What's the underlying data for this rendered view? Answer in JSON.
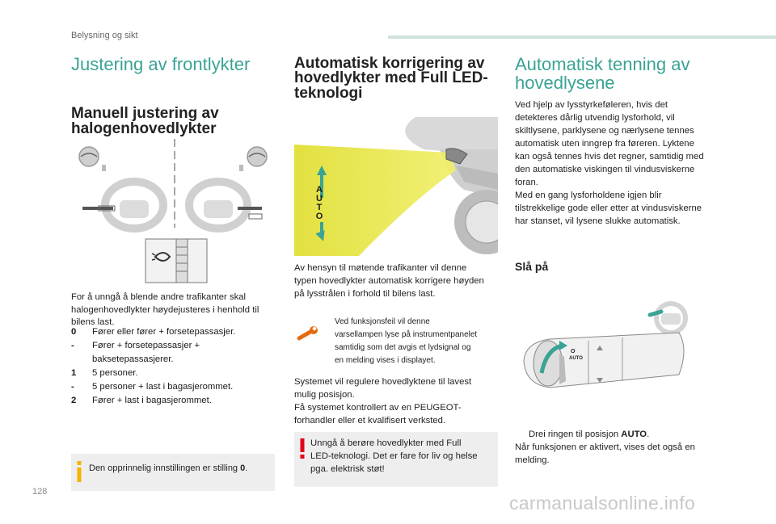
{
  "header": {
    "section": "Belysning og sikt"
  },
  "col1": {
    "title": "Justering av frontlykter",
    "subtitle_l1": "Manuell justering av",
    "subtitle_l2": "halogenhovedlykter",
    "intro_l1": "For å unngå å blende andre trafikanter skal",
    "intro_l2": "halogenhovedlykter høydejusteres i henhold til",
    "intro_l3": "bilens last.",
    "items": [
      {
        "key": "0",
        "text": "Fører eller fører + forsetepassasjer."
      },
      {
        "key": "-",
        "text": "Fører + forsetepassasjer +",
        "text2": "baksetepassasjerer."
      },
      {
        "key": "1",
        "text": "5 personer."
      },
      {
        "key": "-",
        "text": "5 personer + last i bagasjerommet."
      },
      {
        "key": "2",
        "text": "Fører + last i bagasjerommet."
      }
    ],
    "note_prefix": "Den opprinnelig innstillingen er stilling ",
    "note_value": "0",
    "note_suffix": "."
  },
  "col2": {
    "title_l1": "Automatisk korrigering av",
    "title_l2": "hovedlykter med Full LED-",
    "title_l3": "teknologi",
    "auto_letters": [
      "A",
      "U",
      "T",
      "O"
    ],
    "para1_l1": "Av hensyn til møtende trafikanter vil denne",
    "para1_l2": "typen hovedlykter automatisk korrigere høyden",
    "para1_l3": "på lysstrålen i forhold til bilens last.",
    "warn_l1": "Ved funksjonsfeil vil denne",
    "warn_l2": "varsellampen lyse på instrumentpanelet",
    "warn_l3": "samtidig som det avgis et lydsignal og",
    "warn_l4": "en melding vises i displayet.",
    "para2_l1": "Systemet vil regulere hovedlyktene til lavest",
    "para2_l2": "mulig posisjon.",
    "para2_l3": "Få systemet kontrollert av en PEUGEOT-",
    "para2_l4": "forhandler eller et kvalifisert verksted.",
    "caution_l1": "Unngå å berøre hovedlykter med Full",
    "caution_l2": "LED-teknologi. Det er fare for liv og helse",
    "caution_l3": "pga. elektrisk støt!"
  },
  "col3": {
    "title_l1": "Automatisk tenning av",
    "title_l2": "hovedlysene",
    "para": [
      "Ved hjelp av lysstyrkeføleren, hvis det",
      "detekteres dårlig utvendig lysforhold, vil",
      "skiltlysene, parklysene og nærlysene tennes",
      "automatisk uten inngrep fra føreren. Lyktene",
      "kan også tennes hvis det regner, samtidig med",
      "den automatiske viskingen til vindusviskerne",
      "foran.",
      "Med en gang lysforholdene igjen blir",
      "tilstrekkelige gode eller etter at vindusviskerne",
      "har stanset, vil lysene slukke automatisk."
    ],
    "subtitle": "Slå på",
    "stalk_auto": "AUTO",
    "stalk_o": "O",
    "step_glyph": "",
    "step_text": "Drei ringen til posisjon ",
    "step_value": "AUTO",
    "step_suffix": ".",
    "after_l1": "Når funksjonen er aktivert, vises det også en",
    "after_l2": "melding."
  },
  "footer": {
    "page": "128",
    "watermark": "carmanualsonline.info"
  },
  "colors": {
    "accent": "#3aa394",
    "warning": "#e46b0f",
    "caution": "#e3001b",
    "info": "#f4b400",
    "beam": "#e8e63a"
  }
}
